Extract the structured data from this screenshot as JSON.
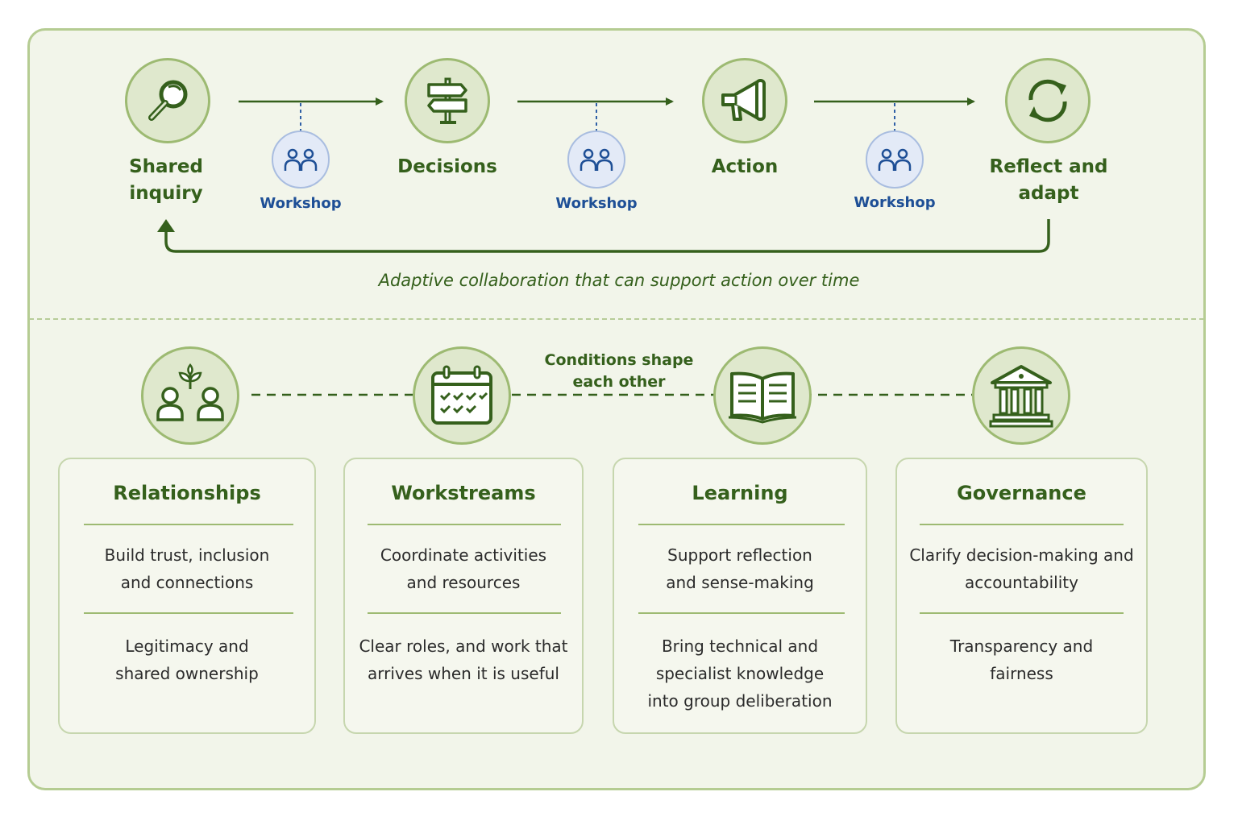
{
  "process": {
    "stages": [
      {
        "label": "Shared\ninquiry",
        "icon": "magnifier-icon"
      },
      {
        "label": "Decisions",
        "icon": "signpost-icon"
      },
      {
        "label": "Action",
        "icon": "megaphone-icon"
      },
      {
        "label": "Reflect and\nadapt",
        "icon": "refresh-cycle-icon"
      }
    ],
    "workshops": [
      {
        "label": "Workshop",
        "icon": "people-icon"
      },
      {
        "label": "Workshop",
        "icon": "people-icon"
      },
      {
        "label": "Workshop",
        "icon": "people-icon"
      }
    ],
    "loop_caption": "Adaptive collaboration that can support action over time"
  },
  "conditions": {
    "connector_label": "Conditions shape each other",
    "cards": [
      {
        "title": "Relationships",
        "icon": "people-plant-icon",
        "text1": "Build trust, inclusion and connections",
        "text2": "Legitimacy and shared ownership"
      },
      {
        "title": "Workstreams",
        "icon": "calendar-check-icon",
        "text1": "Coordinate activities and resources",
        "text2": "Clear roles, and work that arrives when it is useful"
      },
      {
        "title": "Learning",
        "icon": "open-book-icon",
        "text1": "Support reflection and sense-making",
        "text2": "Bring technical and specialist knowledge into group deliberation"
      },
      {
        "title": "Governance",
        "icon": "institution-icon",
        "text1": "Clarify decision-making and accountability",
        "text2": "Transparency and fairness"
      }
    ]
  },
  "colors": {
    "primary_green": "#35601c",
    "workshop_blue": "#1e4f96",
    "panel_bg": "#f2f5ea"
  }
}
